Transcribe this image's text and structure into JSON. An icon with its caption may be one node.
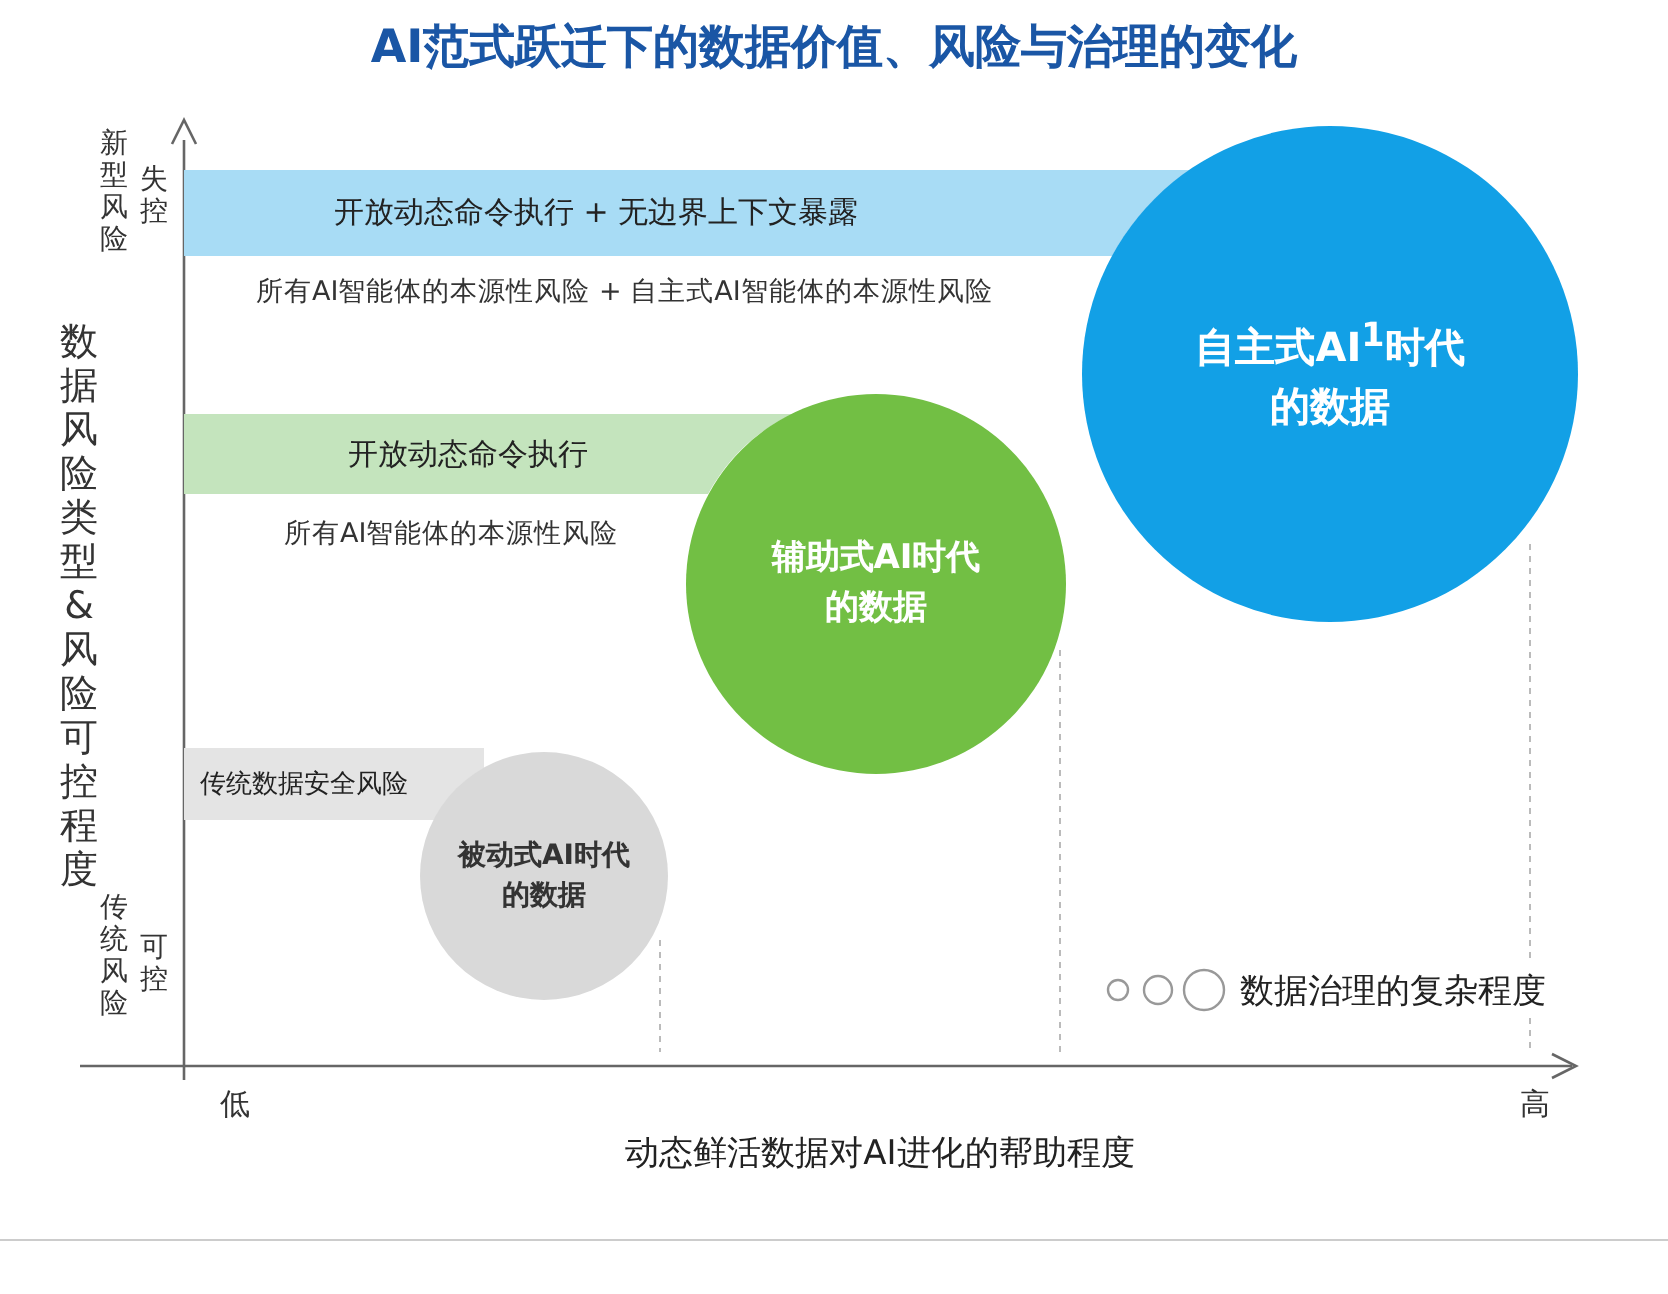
{
  "diagram": {
    "title": "AI范式跃迁下的数据价值、风险与治理的变化",
    "nodes": [
      {
        "text": [
          "开放动态命令执行 + 无边界上下文暴露"
        ]
      },
      {
        "text": [
          "自主式AI$^{1}$时代的数据"
        ]
      },
      {
        "text": [
          "开放动态命令执行"
        ]
      },
      {
        "text": [
          "辅助式AI时代的数据"
        ]
      },
      {
        "text": [
          "传统数据安全风险"
        ]
      },
      {
        "text": [
          "被动式AI时代的数据"
        ]
      }
    ],
    "labels": [
      "新型风险",
      "失控",
      "数据风险类型 & 风险可控程度",
      "所有AI智能体的本源性风险 + 自主式AI智能体的本源性风险",
      "所有AI智能体的本源性风险",
      "传统风险",
      "可控",
      "低",
      "高",
      "动态鲜活数据对AI进化的帮助程度"
    ],
    "legend": [
      {
        "text": "数据治理的复杂程度"
      }
    ]
  }
}
